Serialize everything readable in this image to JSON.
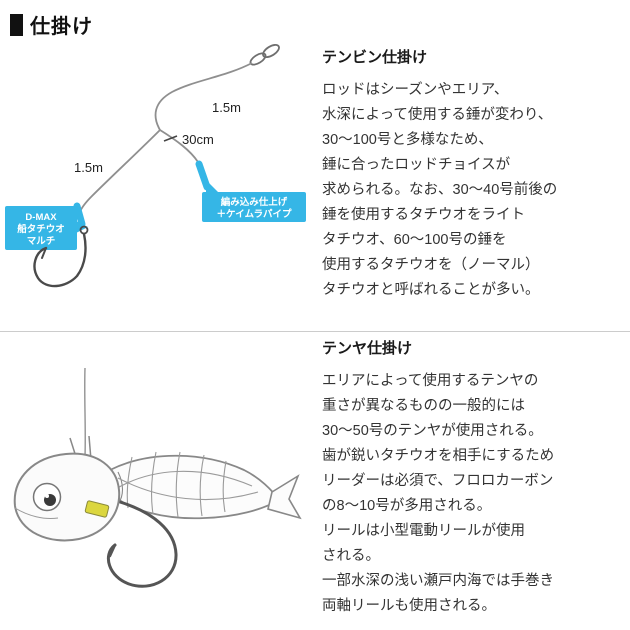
{
  "header": {
    "title": "仕掛け"
  },
  "colors": {
    "accent": "#35b6e6"
  },
  "tenbin": {
    "heading": "テンビン仕掛け",
    "body": "ロッドはシーズンやエリア、\n水深によって使用する錘が変わり、\n30〜100号と多様なため、\n錘に合ったロッドチョイスが\n求められる。なお、30〜40号前後の\n錘を使用するタチウオをライト\nタチウオ、60〜100号の錘を\n使用するタチウオを（ノーマル）\nタチウオと呼ばれることが多い。",
    "diagram": {
      "len_top": "1.5m",
      "len_branch": "30cm",
      "len_bottom": "1.5m",
      "callout_pipe_line1": "編み込み仕上げ",
      "callout_pipe_line2": "＋ケイムラパイプ",
      "callout_hook_line1": "D-MAX",
      "callout_hook_line2": "船タチウオ",
      "callout_hook_line3": "マルチ"
    }
  },
  "tenya": {
    "heading": "テンヤ仕掛け",
    "body": "エリアによって使用するテンヤの\n重さが異なるものの一般的には\n30〜50号のテンヤが使用される。\n歯が鋭いタチウオを相手にするため\nリーダーは必須で、フロロカーボン\nの8〜10号が多用される。\nリールは小型電動リールが使用\nされる。\n一部水深の浅い瀬戸内海では手巻き\n両軸リールも使用される。"
  }
}
